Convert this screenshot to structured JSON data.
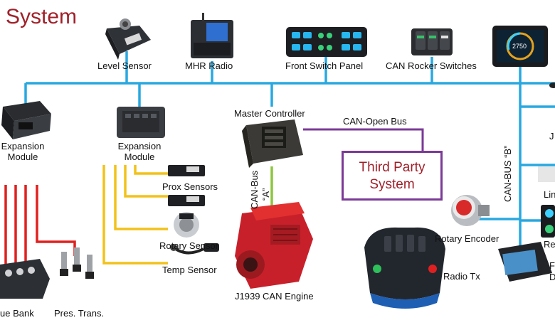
{
  "title": "System",
  "labels": {
    "level_sensor": "Level Sensor",
    "mhr_radio": "MHR Radio",
    "front_switch_panel": "Front Switch Panel",
    "can_rocker_switches": "CAN Rocker Switches",
    "master_controller": "Master Controller",
    "can_open_bus": "CAN-Open Bus",
    "expansion_module_left_1": "Expansion",
    "expansion_module_left_2": "Module",
    "expansion_module_mid_1": "Expansion",
    "expansion_module_mid_2": "Module",
    "third_party_1": "Third Party",
    "third_party_2": "System",
    "can_bus_a_1": "CAN-Bus",
    "can_bus_a_2": "“A”",
    "can_bus_b": "CAN-BUS “B”",
    "prox_sensors": "Prox Sensors",
    "rotary_sensor": "Rotary Sensor",
    "temp_sensor": "Temp Sensor",
    "j1939_engine": "J1939 CAN Engine",
    "rotary_encoder": "Rotary Encoder",
    "radio_tx": "Radio Tx",
    "valve_bank": "ue Bank",
    "pres_trans": "Pres. Trans.",
    "right_cut_1": "J",
    "right_cut_2": "Lin",
    "right_cut_3": "Re",
    "right_cut_4": "F",
    "right_cut_5": "D",
    "display_value": "2750"
  },
  "colors": {
    "bus": "#29a8e0",
    "red_wire": "#e0201e",
    "yellow_wire": "#f2c21a",
    "green_wire": "#8cc63f",
    "purple_wire": "#7a3a96",
    "title": "#a0202a"
  }
}
